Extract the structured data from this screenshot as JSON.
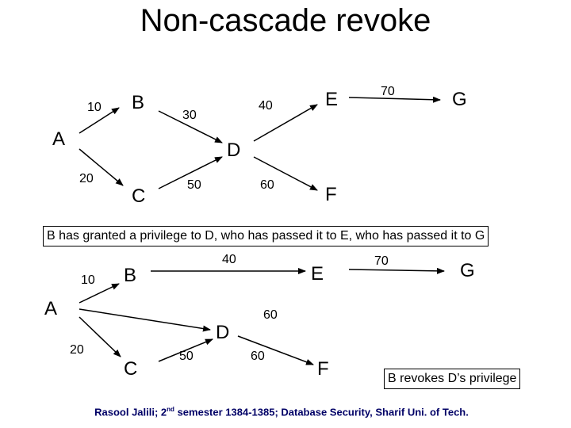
{
  "title": "Non-cascade revoke",
  "top": {
    "nodes": {
      "A": "A",
      "B": "B",
      "C": "C",
      "D": "D",
      "E": "E",
      "F": "F",
      "G": "G"
    },
    "weights": {
      "AB": "10",
      "AC": "20",
      "BD": "30",
      "DE": "40",
      "CD": "50",
      "DF": "60",
      "EG": "70"
    }
  },
  "caption_top": "B has granted a privilege to D, who has passed it to E, who has passed it to G",
  "bottom": {
    "nodes": {
      "A": "A",
      "B": "B",
      "C": "C",
      "D": "D",
      "E": "E",
      "F": "F",
      "G": "G"
    },
    "weights": {
      "AB": "10",
      "AC": "20",
      "BE": "40",
      "AD": "60",
      "CD": "50",
      "DF": "60",
      "EG": "70"
    }
  },
  "caption_bottom": "B revokes D’s privilege",
  "footer": {
    "pre": "Rasool Jalili; 2",
    "sup": "nd",
    "post": " semester 1384-1385; Database Security, Sharif Uni. of Tech."
  }
}
